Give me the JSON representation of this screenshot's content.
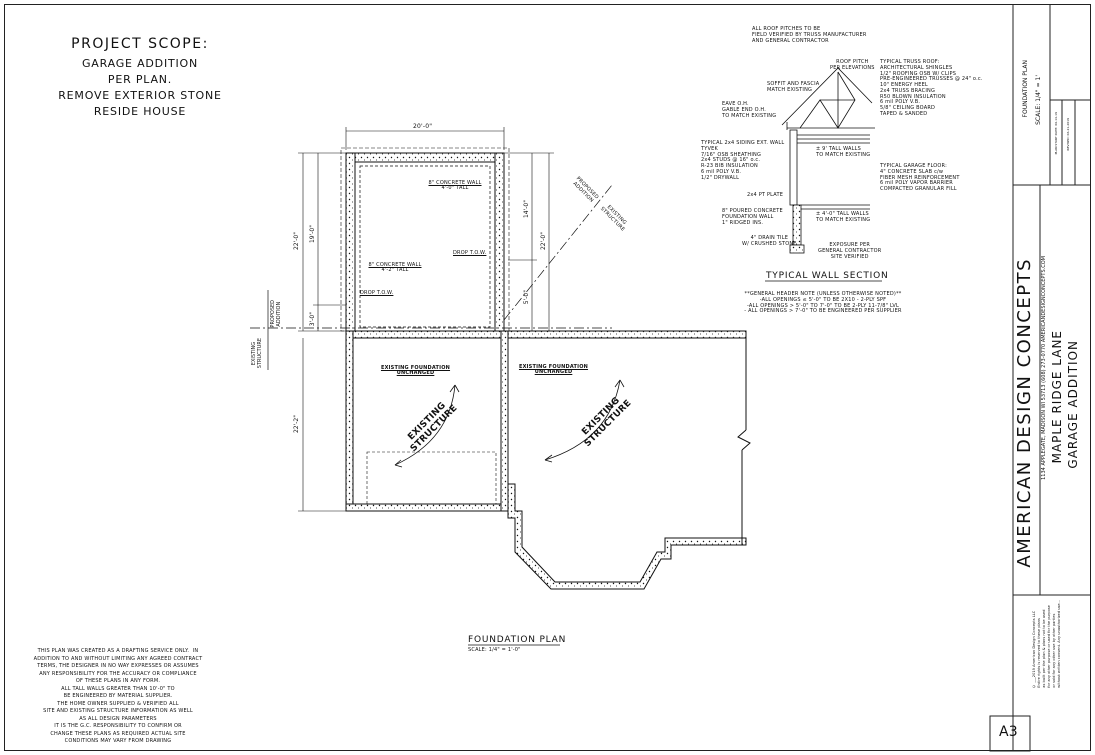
{
  "project_scope": {
    "heading": "PROJECT SCOPE:",
    "lines": [
      "GARAGE ADDITION",
      "PER PLAN.",
      "REMOVE EXTERIOR STONE",
      "RESIDE HOUSE"
    ]
  },
  "plan": {
    "dim_top": "20'-0\"",
    "dim_left_outer": "22'-0\"",
    "dim_left_inner": "19'-0\"",
    "dim_left_small": "3'-0\"",
    "dim_right_inner": "14'-0\"",
    "dim_right_outer": "22'-0\"",
    "dim_right_small": "5'-0\"",
    "dim_bottom_left": "22'-2\"",
    "conc_wall_top": "8\" CONCRETE WALL",
    "conc_wall_top_h": "4'-0\" TALL",
    "conc_wall_mid": "8\" CONCRETE WALL",
    "conc_wall_mid_h": "4'-2\" TALL",
    "drop_tow_right": "DROP T.O.W.",
    "drop_tow_left": "DROP T.O.W.",
    "proposed_addition": "PROPOSED\nADDITION",
    "existing_structure_v": "EXISTING\nSTRUCTURE",
    "diag_proposed": "PROPOSED\nADDITION",
    "diag_existing": "EXISTING\nSTRUCTURE",
    "exist_found_left": "EXISTING FOUNDATION",
    "exist_found_left_2": "UNCHANGED",
    "exist_found_right": "EXISTING FOUNDATION",
    "exist_found_right_2": "UNCHANGED",
    "existing_structure_left": "EXISTING\nSTRUCTURE",
    "existing_structure_right": "EXISTING\nSTRUCTURE",
    "title": "FOUNDATION PLAN",
    "scale": "SCALE: 1/4\" = 1'-0\""
  },
  "wall_section": {
    "roof_note": "ALL ROOF PITCHES TO BE\nFIELD VERIFIED BY TRUSS MANUFACTURER\nAND GENERAL CONTRACTOR",
    "roof_pitch": "ROOF PITCH\nPER ELEVATIONS",
    "soffit": "SOFFIT AND FASCIA\nMATCH EXISTING",
    "eave": "EAVE O.H.\nGABLE END O.H.\nTO MATCH EXISTING",
    "truss_roof": "TYPICAL TRUSS ROOF:\nARCHITECTURAL SHINGLES\n1/2\" ROOFING OSB W/ CLIPS\nPRE-ENGINEERED TRUSSES @ 24\" o.c.\n10\" ENERGY HEEL\n2x4 TRUSS BRACING\nR50 BLOWN INSULATION\n6 mil POLY V.B.\n5/8\" CEILING BOARD\nTAPED & SANDED",
    "siding": "TYPICAL 2x4 SIDING EXT. WALL\nTYVEK\n7/16\" OSB SHEATHING\n2x4 STUDS @ 16\" o.c.\nR-23 BIB INSULATION\n6 mil POLY V.B.\n1/2\" DRYWALL",
    "tall_walls_9": "± 9' TALL WALLS\nTO MATCH EXISTING",
    "garage_floor": "TYPICAL GARAGE FLOOR:\n4\" CONCRETE SLAB c/w\nFIBER MESH REINFORCEMENT\n6 mil POLY VAPOR BARRIER\nCOMPACTED GRANULAR FILL",
    "pt_plate": "2x4 PT PLATE",
    "found_wall": "8\" POURED CONCRETE\nFOUNDATION WALL\n1\" RIDGED INS.",
    "tall_walls_4": "± 4'-0\" TALL WALLS\nTO MATCH EXISTING",
    "drain_tile": "4\" DRAIN TILE\nW/ CRUSHED STONE",
    "exposure": "EXPOSURE PER\nGENERAL CONTRACTOR\nSITE VERIFIED",
    "title": "TYPICAL WALL SECTION",
    "header_notes": "**GENERAL HEADER NOTE (UNLESS OTHERWISE NOTED)**\n-ALL OPENINGS ≤ 5'-0\" TO BE 2X10 - 2-PLY SPF\n-ALL OPENINGS > 5'-0\" TO 7'-0\" TO BE 2-PLY 11-7/8\" LVL\n- ALL OPENINGS > 7'-0\" TO BE ENGINEERED PER SUPPLIER"
  },
  "disclaimer": "THIS PLAN WAS CREATED AS A DRAFTING SERVICE ONLY.  IN\nADDITION TO AND WITHOUT LIMITING ANY AGREED CONTRACT\nTERMS, THE DESIGNER IN NO WAY EXPRESSES OR ASSUMES\nANY RESPONSIBILITY FOR THE ACCURACY OR COMPLIANCE\nOF THESE PLANS IN ANY FORM.\nALL TALL WALLS GREATER THAN 10'-0\" TO\nBE ENGINEERED BY MATERIAL SUPPLIER.\nTHE HOME OWNER SUPPLIED & VERIFIED ALL\nSITE AND EXISTING STRUCTURE INFORMATION AS WELL\nAS ALL DESIGN PARAMETERS\nIT IS THE G.C. RESPONSIBILITY TO CONFIRM OR\nCHANGE THESE PLANS AS REQUIRED ACTUAL SITE\nCONDITIONS MAY VARY FROM DRAWING",
  "title_block": {
    "sheet_title": "FOUNDATION PLAN",
    "sheet_scale": "SCALE: 1/4\" = 1'",
    "plan_start": "PLAN START DATE: 06-14-19",
    "revised": "REVISED: 06-21-2019",
    "company": "AMERICAN DESIGN CONCEPTS",
    "address": "1134 APPLEGATE, MADISON WI 53713 (608) 273-0770 AMERICANDESIGNCONCEPTS.COM",
    "project_1": "MAPLE RIDGE LANE",
    "project_2": "GARAGE ADDITION",
    "copyright": "© ___2019 American Design Concepts LLC\nEntire rights is reserved to these plans\nas built per the plan & plans not to be used\nfor any other purpose or used for the purpose\nor sold for any other use by other parties\nwithout written consent. Any unauthorized use...",
    "sheet_no": "A3"
  },
  "colors": {
    "line": "#111111",
    "paper": "#ffffff"
  }
}
